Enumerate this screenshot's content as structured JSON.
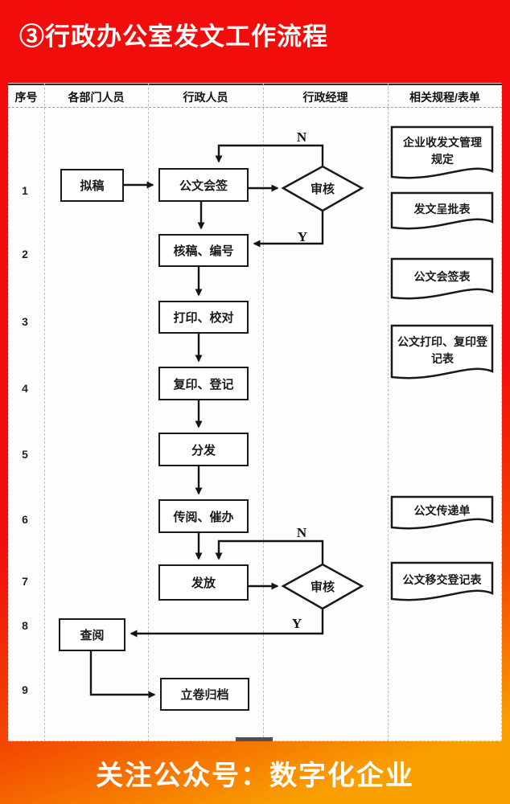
{
  "page": {
    "title": "③行政办公室发文工作流程",
    "footer": "关注公众号：数字化企业"
  },
  "colors": {
    "header_red": "#f20d0d",
    "footer_orange": "#f9a000",
    "mid_orange": "#f34a00",
    "line_black": "#1a1a1a",
    "grid_grey": "#bdbdbd"
  },
  "table": {
    "headers": [
      "序号",
      "各部门人员",
      "行政人员",
      "行政经理",
      "相关规程/表单"
    ],
    "row_numbers": [
      "1",
      "2",
      "3",
      "4",
      "5",
      "6",
      "7",
      "8",
      "9"
    ]
  },
  "flowchart": {
    "nodes": {
      "draft": "拟稿",
      "countersign": "公文会签",
      "review1": "审核",
      "check_number": "核稿、编号",
      "print_proof": "打印、校对",
      "copy_register": "复印、登记",
      "distribute": "分发",
      "circulate": "传阅、催办",
      "issue": "发放",
      "review2": "审核",
      "consult": "查阅",
      "archive": "立卷归档"
    },
    "branches": {
      "n1": "N",
      "y1": "Y",
      "n2": "N",
      "y2": "Y"
    },
    "documents": [
      "企业收发文管理规定",
      "发文呈批表",
      "公文会签表",
      "公文打印、复印登记表",
      "公文传递单",
      "公文移交登记表"
    ]
  }
}
